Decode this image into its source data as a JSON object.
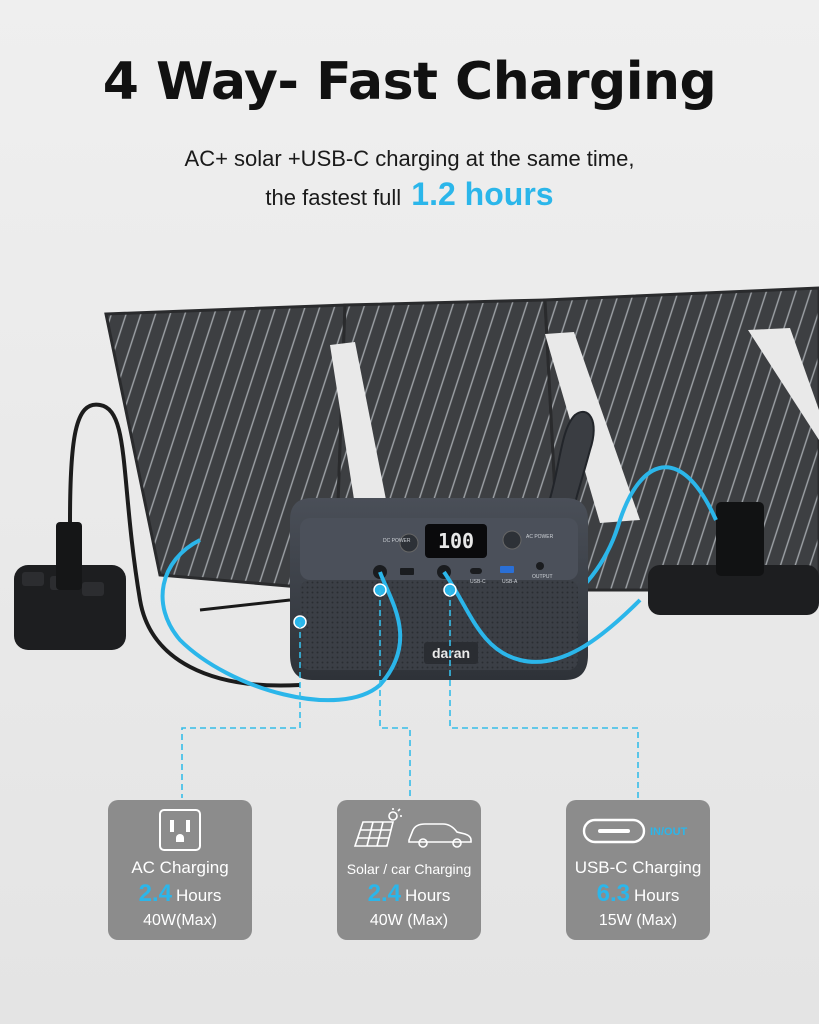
{
  "headline": "4 Way- Fast Charging",
  "subheadline": {
    "line1": "AC+ solar +USB-C charging at the same time,",
    "line2_prefix": "the fastest full",
    "line2_highlight": "1.2 hours"
  },
  "device": {
    "brand": "daran",
    "display_value": "100",
    "labels": {
      "dc_power": "DC POWER",
      "ac_power": "AC POWER",
      "usb_c": "USB-C",
      "usb_a": "USB-A",
      "output": "OUTPUT"
    }
  },
  "cards": [
    {
      "title": "AC Charging",
      "hours_value": "2.4",
      "hours_unit": "Hours",
      "power": "40W(Max)",
      "icon": "ac-outlet-icon"
    },
    {
      "title": "Solar / car Charging",
      "hours_value": "2.4",
      "hours_unit": "Hours",
      "power": "40W (Max)",
      "icon": "solar-car-icon"
    },
    {
      "title": "USB-C Charging",
      "hours_value": "6.3",
      "hours_unit": "Hours",
      "power": "15W (Max)",
      "icon": "usb-c-port-icon",
      "badge": "IN/OUT"
    }
  ],
  "colors": {
    "accent": "#2bb6ea",
    "card_bg": "#8c8c8c",
    "device_body": "#3a3f47"
  }
}
